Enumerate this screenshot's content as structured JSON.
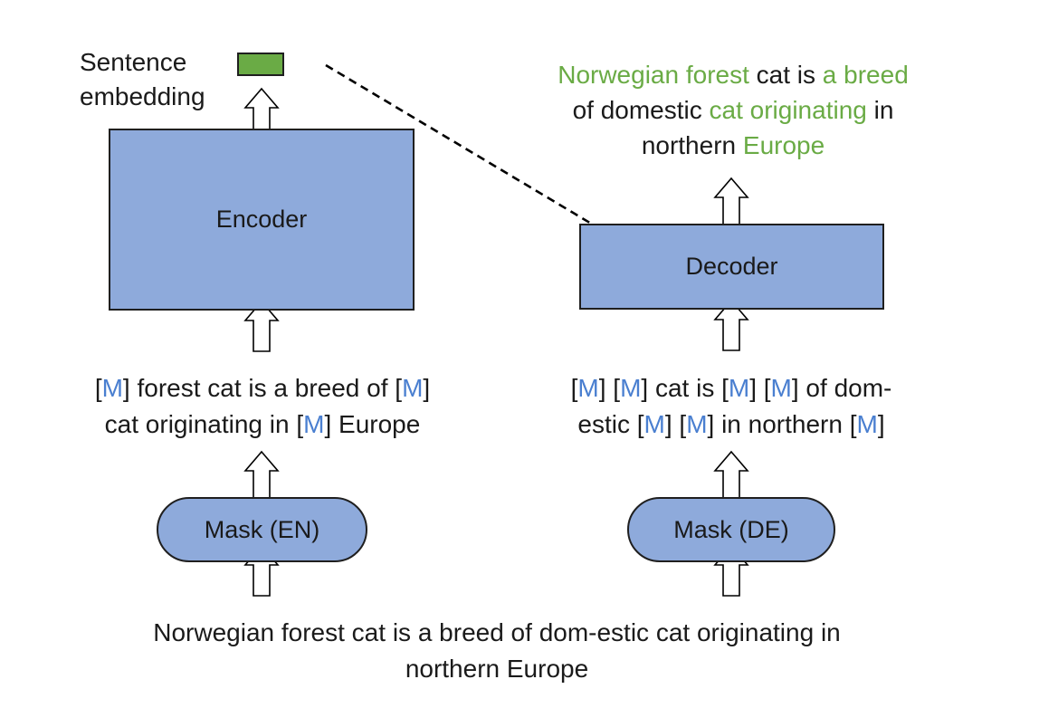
{
  "left": {
    "sentence_label_line1": "Sentence",
    "sentence_label_line2": "embedding",
    "encoder_label": "Encoder",
    "masked_line1": [
      {
        "t": "[",
        "c": ""
      },
      {
        "t": "M",
        "c": "m"
      },
      {
        "t": "] forest cat is a breed of [",
        "c": ""
      },
      {
        "t": "M",
        "c": "m"
      },
      {
        "t": "]",
        "c": ""
      }
    ],
    "masked_line2": [
      {
        "t": "cat originating in [",
        "c": ""
      },
      {
        "t": "M",
        "c": "m"
      },
      {
        "t": "] Europe",
        "c": ""
      }
    ],
    "mask_label": "Mask (EN)"
  },
  "right": {
    "output_line1": [
      {
        "t": "Norwegian forest",
        "c": "g"
      },
      {
        "t": " cat is ",
        "c": ""
      },
      {
        "t": "a breed",
        "c": "g"
      }
    ],
    "output_line2": [
      {
        "t": "of domestic ",
        "c": ""
      },
      {
        "t": "cat originating",
        "c": "g"
      },
      {
        "t": " in",
        "c": ""
      }
    ],
    "output_line3": [
      {
        "t": "northern ",
        "c": ""
      },
      {
        "t": "Europe",
        "c": "g"
      }
    ],
    "decoder_label": "Decoder",
    "masked_line1": [
      {
        "t": "[",
        "c": ""
      },
      {
        "t": "M",
        "c": "m"
      },
      {
        "t": "] [",
        "c": ""
      },
      {
        "t": "M",
        "c": "m"
      },
      {
        "t": "] cat is [",
        "c": ""
      },
      {
        "t": "M",
        "c": "m"
      },
      {
        "t": "] [",
        "c": ""
      },
      {
        "t": "M",
        "c": "m"
      },
      {
        "t": "] of dom-",
        "c": ""
      }
    ],
    "masked_line2": [
      {
        "t": "estic [",
        "c": ""
      },
      {
        "t": "M",
        "c": "m"
      },
      {
        "t": "] [",
        "c": ""
      },
      {
        "t": "M",
        "c": "m"
      },
      {
        "t": "] in northern [",
        "c": ""
      },
      {
        "t": "M",
        "c": "m"
      },
      {
        "t": "]",
        "c": ""
      }
    ],
    "mask_label": "Mask (DE)"
  },
  "bottom": {
    "line1": "Norwegian forest cat is a breed of dom-estic cat originating in",
    "line2": "northern Europe"
  },
  "colors": {
    "box_fill": "#8eaadb",
    "embedding_fill": "#6aab45",
    "mask_token": "#4a7fd0",
    "highlight_green": "#6aab45"
  }
}
